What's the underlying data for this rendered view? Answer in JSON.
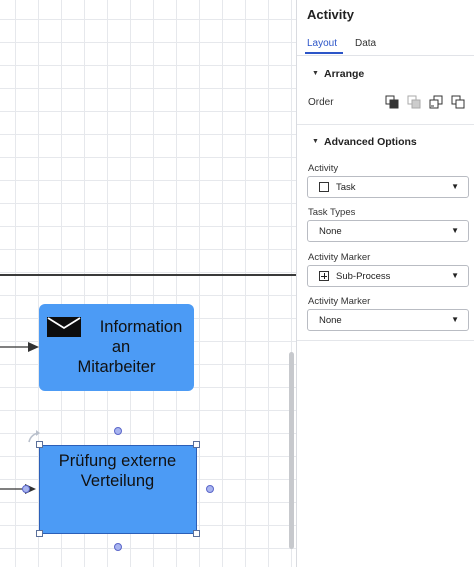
{
  "canvas": {
    "shapes": [
      {
        "id": "information",
        "lines": [
          "Information",
          "an",
          "Mitarbeiter"
        ],
        "icon": "envelope-icon"
      },
      {
        "id": "pruefung",
        "lines": [
          "Prüfung externe",
          "Verteilung"
        ]
      }
    ],
    "fill_color": "#4c9bf5"
  },
  "panel": {
    "title": "Activity",
    "tabs": [
      {
        "label": "Layout",
        "active": true
      },
      {
        "label": "Data",
        "active": false
      }
    ],
    "arrange": {
      "label": "Arrange",
      "order_label": "Order",
      "order_buttons": [
        "bring-to-front-icon",
        "bring-forward-icon",
        "send-backward-icon",
        "send-to-back-icon"
      ]
    },
    "advanced": {
      "label": "Advanced Options",
      "fields": [
        {
          "label": "Activity",
          "value": "Task",
          "icon": "square-icon"
        },
        {
          "label": "Task Types",
          "value": "None"
        },
        {
          "label": "Activity Marker",
          "value": "Sub-Process",
          "icon": "plus-box-icon"
        },
        {
          "label": "Activity Marker",
          "value": "None"
        }
      ]
    },
    "accent_color": "#2c55c8"
  }
}
